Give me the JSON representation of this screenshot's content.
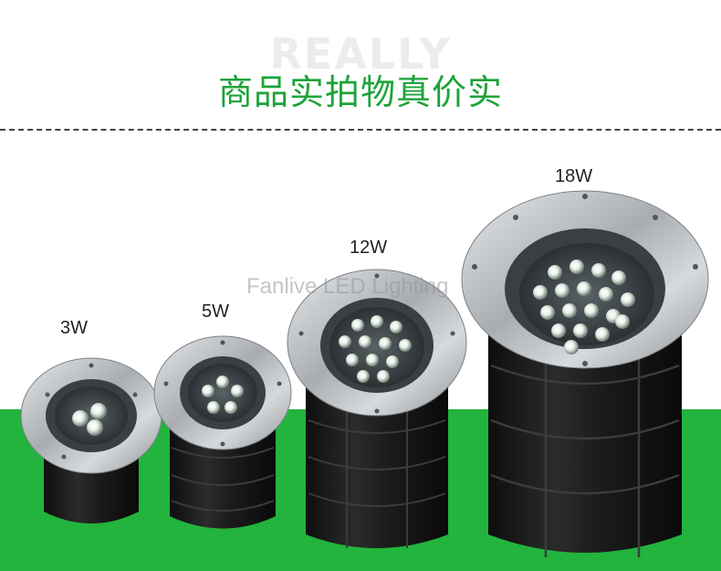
{
  "header": {
    "background_word": "REALLY",
    "title": "商品实拍物真价实"
  },
  "watermark": "Fanlive LED Lighting",
  "products": [
    {
      "label": "3W"
    },
    {
      "label": "5W"
    },
    {
      "label": "12W"
    },
    {
      "label": "18W"
    }
  ],
  "colors": {
    "title_green": "#1ea33a",
    "band_green": "#22b43c",
    "steel": "#b9bcbf",
    "housing": "#1c1c1c"
  }
}
